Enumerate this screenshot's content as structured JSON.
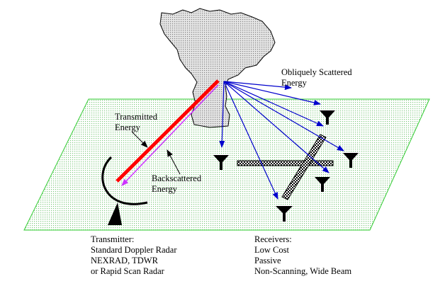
{
  "labels": {
    "oblique": [
      "Obliquely Scattered",
      "Energy"
    ],
    "transmitted": [
      "Transmitted",
      "Energy"
    ],
    "backscattered": [
      "Backscattered",
      "Energy"
    ],
    "transmitter": [
      "Transmitter:",
      "Standard Doppler Radar",
      "NEXRAD,  TDWR",
      "or Rapid Scan Radar"
    ],
    "receivers": [
      "Receivers:",
      "Low Cost",
      "Passive",
      "Non-Scanning, Wide Beam"
    ]
  },
  "colors": {
    "ground_fill": "#dff0df",
    "ground_border": "#33cc33",
    "storm_fill": "#c8c8c8",
    "transmitted_beam": "#ff0000",
    "backscatter_beam": "#cc33ff",
    "scatter_rays": "#0000cc"
  },
  "icons": {
    "receiver": "funnel-icon",
    "transmitter": "dish-antenna-icon",
    "storm": "cloud-icon"
  }
}
